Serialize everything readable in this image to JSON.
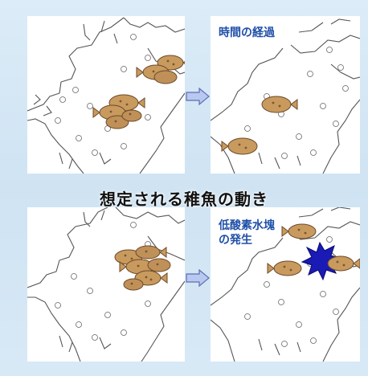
{
  "title": "想定される稚魚の動き",
  "panels": {
    "top_right_label": "時間の経過",
    "bottom_right_label_line1": "低酸素水塊",
    "bottom_right_label_line2": "の発生"
  },
  "colors": {
    "label": "#1f4fa8",
    "arrow_fill": "#b9c8ee",
    "arrow_stroke": "#5b6fb5",
    "fish_body": "#c99a5e",
    "fish_spots": "#7a5530",
    "hypoxia": "#1a1ab5",
    "coast": "#555555"
  },
  "icons": [
    "flatfish-icon",
    "right-arrow-icon",
    "hypoxia-burst-icon"
  ]
}
